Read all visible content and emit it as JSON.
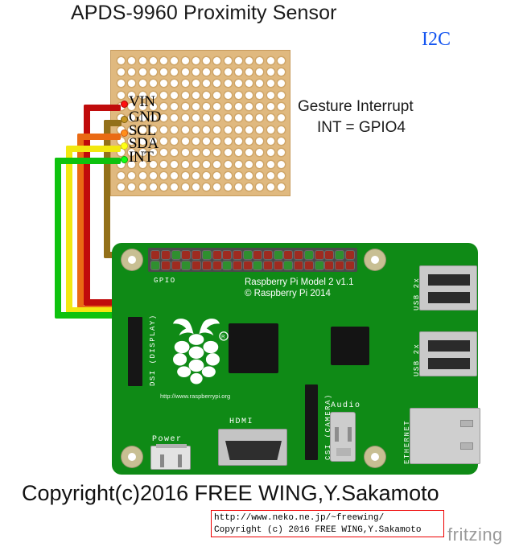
{
  "title": "APDS-9960 Proximity Sensor",
  "protocol_label": "I2C",
  "annotation": {
    "line1": "Gesture Interrupt",
    "line2": "INT = GPIO4"
  },
  "copyright_line": "Copyright(c)2016 FREE WING,Y.Sakamoto",
  "url_box": {
    "line1": "http://www.neko.ne.jp/~freewing/",
    "line2": "Copyright (c) 2016 FREE WING,Y.Sakamoto",
    "border_color": "#ee0000"
  },
  "watermark": "fritzing",
  "sensor_pins": [
    {
      "label": "VIN",
      "wire_color": "#c00b0b"
    },
    {
      "label": "GND",
      "wire_color": "#93701a"
    },
    {
      "label": "SCL",
      "wire_color": "#ea6a14"
    },
    {
      "label": "SDA",
      "wire_color": "#f2e810"
    },
    {
      "label": "INT",
      "wire_color": "#0ec20e"
    }
  ],
  "board": {
    "name_line1": "Raspberry Pi Model 2 v1.1",
    "name_line2": "© Raspberry Pi 2014",
    "url": "http://www.raspberrypi.org",
    "gpio_label": "GPIO",
    "pcb_color": "#0f8a16",
    "ports": {
      "usb_top": "USB 2x",
      "usb_bottom": "USB 2x",
      "ethernet": "ETHERNET",
      "hdmi": "HDMI",
      "csi": "CSI (CAMERA)",
      "dsi": "DSI (DISPLAY)",
      "audio": "Audio",
      "power": "Power"
    }
  },
  "colors": {
    "perfboard": "#e0b97f",
    "i2c_text": "#1455f0",
    "wire_vin": "#c00b0b",
    "wire_gnd": "#93701a",
    "wire_scl": "#ea6a14",
    "wire_sda": "#f2e810",
    "wire_int": "#0ec20e"
  }
}
